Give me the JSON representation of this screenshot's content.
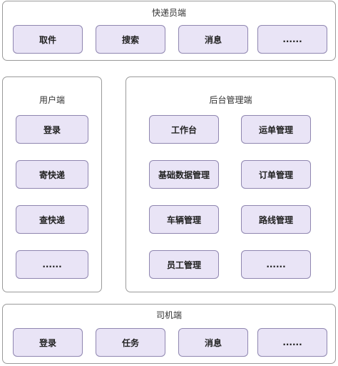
{
  "courier": {
    "title": "快递员端",
    "items": [
      "取件",
      "搜索",
      "消息",
      "......"
    ]
  },
  "user": {
    "title": "用户端",
    "items": [
      "登录",
      "寄快递",
      "查快递",
      "......"
    ]
  },
  "admin": {
    "title": "后台管理端",
    "items": [
      "工作台",
      "运单管理",
      "基础数据管理",
      "订单管理",
      "车辆管理",
      "路线管理",
      "员工管理",
      "......"
    ]
  },
  "driver": {
    "title": "司机端",
    "items": [
      "登录",
      "任务",
      "消息",
      "......"
    ]
  },
  "colors": {
    "box_fill": "#e9e4f6",
    "box_border": "#8f86b0",
    "panel_border": "#9a9a9a"
  }
}
